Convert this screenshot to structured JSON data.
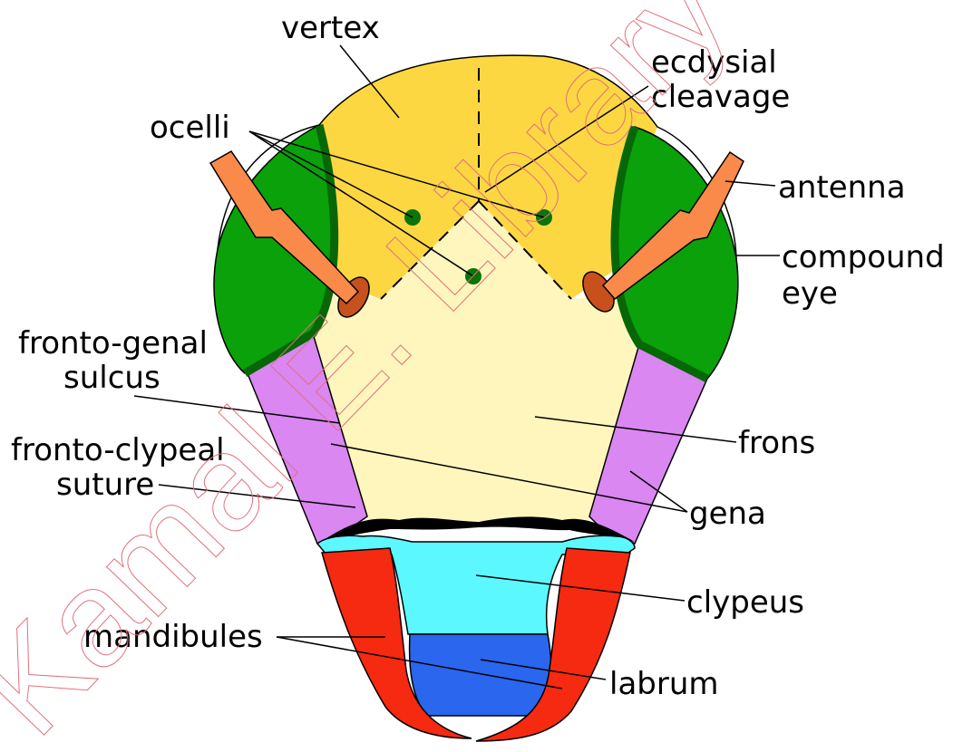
{
  "diagram": {
    "labels": {
      "vertex": "vertex",
      "ecdysial_1": "ecdysial",
      "ecdysial_2": "cleavage",
      "ocelli": "ocelli",
      "antenna": "antenna",
      "compound_1": "compound",
      "compound_2": "eye",
      "fronto_genal_1": "fronto-genal",
      "fronto_genal_2": "sulcus",
      "frons": "frons",
      "fronto_clypeal_1": "fronto-clypeal",
      "fronto_clypeal_2": "suture",
      "gena": "gena",
      "clypeus": "clypeus",
      "mandibules": "mandibules",
      "labrum": "labrum"
    },
    "colors": {
      "vertex": "#fdd742",
      "frons": "#fef6bd",
      "eye": "#0aa10a",
      "eye_rim": "#076707",
      "antenna": "#f98a4a",
      "socket": "#c8501c",
      "gena": "#da87f2",
      "clypeus": "#5cf8ff",
      "labrum": "#2a66ee",
      "mandible": "#f52a10",
      "suture": "#000000",
      "ocellus": "#097509"
    }
  },
  "watermark": {
    "text": "Kamal E. Library",
    "color": "#e0707c"
  }
}
